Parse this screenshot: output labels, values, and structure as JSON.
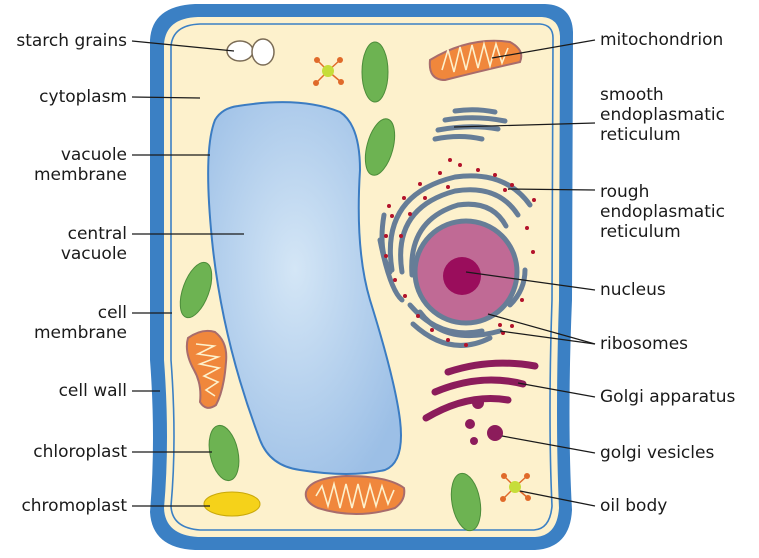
{
  "colors": {
    "cell_wall": "#3b80c4",
    "cytoplasm": "#fdf1cc",
    "vacuole": "#a8c8ea",
    "chloroplast": "#6db352",
    "mitochondrion": "#f0873c",
    "er": "#667d97",
    "ribosome": "#b3122a",
    "nucleus": "#c06a95",
    "nucleolus": "#9a0d5c",
    "golgi": "#8c1c5b",
    "chromoplast": "#f5d21a"
  },
  "labels": {
    "starch_grains": "starch grains",
    "cytoplasm": "cytoplasm",
    "vacuole_membrane": [
      "vacuole",
      "membrane"
    ],
    "central_vacuole": [
      "central",
      "vacuole"
    ],
    "cell_membrane": [
      "cell",
      "membrane"
    ],
    "cell_wall": "cell wall",
    "chloroplast": "chloroplast",
    "chromoplast": "chromoplast",
    "mitochondrion": "mitochondrion",
    "smooth_er": [
      "smooth",
      "endoplasmatic",
      "reticulum"
    ],
    "rough_er": [
      "rough",
      "endoplasmatic",
      "reticulum"
    ],
    "nucleus": "nucleus",
    "ribosomes": "ribosomes",
    "golgi_apparatus": "Golgi apparatus",
    "golgi_vesicles": "golgi vesicles",
    "oil_body": "oil body"
  }
}
